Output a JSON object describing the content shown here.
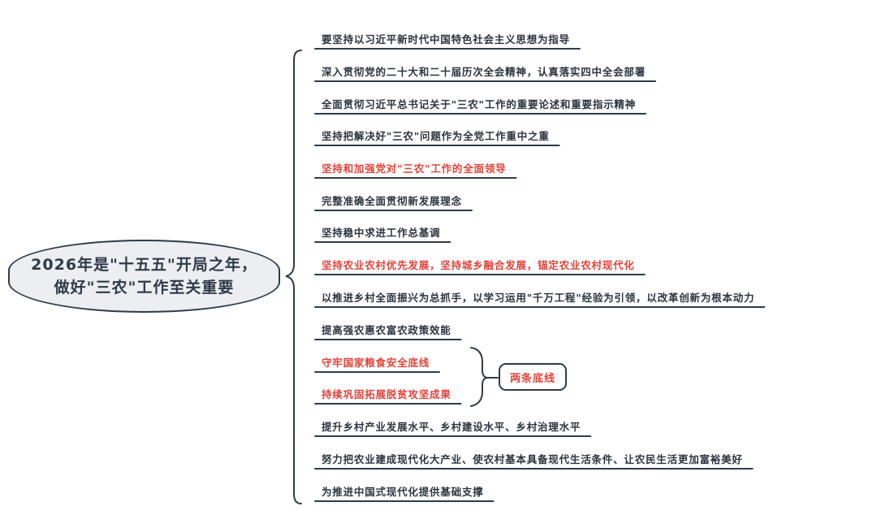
{
  "central": {
    "line1": "2026年是\"十五五\"开局之年，",
    "line2": "做好\"三农\"工作至关重要"
  },
  "branches": [
    {
      "text": "要坚持以习近平新时代中国特色社会主义思想为指导",
      "highlight": false
    },
    {
      "text": "深入贯彻党的二十大和二十届历次全会精神，认真落实四中全会部署",
      "highlight": false
    },
    {
      "text": "全面贯彻习近平总书记关于\"三农\"工作的重要论述和重要指示精神",
      "highlight": false
    },
    {
      "text": "坚持把解决好\"三农\"问题作为全党工作重中之重",
      "highlight": false
    },
    {
      "text": "坚持和加强党对\"三农\"工作的全面领导",
      "highlight": true
    },
    {
      "text": "完整准确全面贯彻新发展理念",
      "highlight": false
    },
    {
      "text": "坚持稳中求进工作总基调",
      "highlight": false
    },
    {
      "text": "坚持农业农村优先发展，坚持城乡融合发展，锚定农业农村现代化",
      "highlight": true
    },
    {
      "text": "以推进乡村全面振兴为总抓手，以学习运用\"千万工程\"经验为引领，以改革创新为根本动力",
      "highlight": false
    },
    {
      "text": "提高强农惠农富农政策效能",
      "highlight": false
    },
    {
      "text": "守牢国家粮食安全底线",
      "highlight": true
    },
    {
      "text": "持续巩固拓展脱贫攻坚成果",
      "highlight": true
    },
    {
      "text": "提升乡村产业发展水平、乡村建设水平、乡村治理水平",
      "highlight": false
    },
    {
      "text": "努力把农业建成现代化大产业、使农村基本具备现代生活条件、让农民生活更加富裕美好",
      "highlight": false
    },
    {
      "text": "为推进中国式现代化提供基础支撑",
      "highlight": false
    }
  ],
  "sub_node": {
    "text": "两条底线",
    "highlight": true
  },
  "colors": {
    "dark": "#2f3b4a",
    "red": "#e0443a",
    "text": "#2b3440",
    "bubble": "#eceef1"
  }
}
